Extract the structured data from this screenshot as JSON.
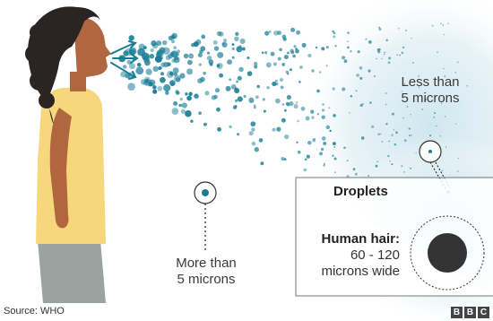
{
  "labels": {
    "less_than": [
      "Less than",
      "5 microns"
    ],
    "more_than": [
      "More than",
      "5 microns"
    ]
  },
  "legend_box": {
    "title": "Droplets",
    "hair_title": "Human hair:",
    "hair_size": "60 - 120",
    "hair_wide": "microns wide"
  },
  "footer": {
    "source": "Source: WHO",
    "logo_letters": [
      "B",
      "B",
      "C"
    ]
  },
  "colors": {
    "droplet": "#1a7d96",
    "mist": "#cfe6ee",
    "skin": "#b0673f",
    "hair": "#2a2522",
    "top": "#f7d77c",
    "trousers": "#9aa39f",
    "hair_dot": "#333333"
  }
}
